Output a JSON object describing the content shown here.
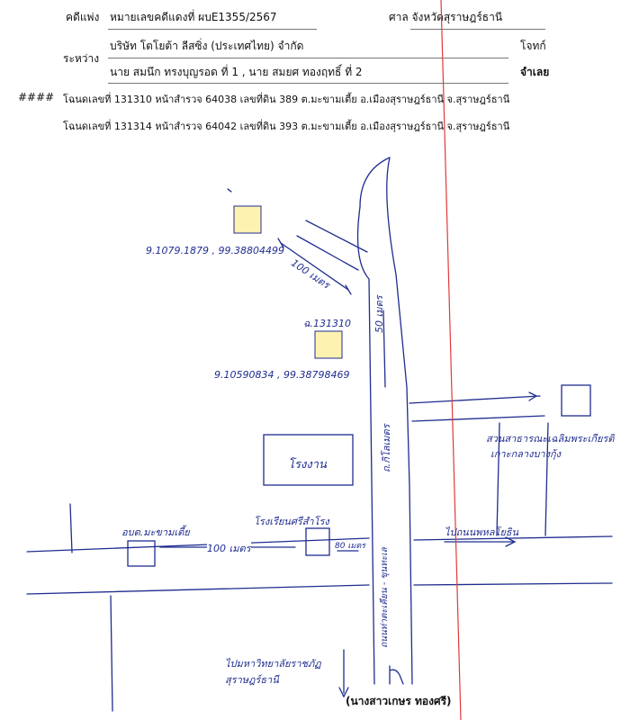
{
  "header": {
    "label_case": "คดีแพ่ง",
    "case_number": "หมายเลขคดีแดงที่ ผบE1355/2567",
    "court": "ศาล  จังหวัดสุราษฎร์ธานี",
    "label_between": "ระหว่าง",
    "plaintiff": "บริษัท  โตโยต้า ลีสซิ่ง (ประเทศไทย) จำกัด",
    "label_plaintiff": "โจทก์",
    "defendants": "นาย สมนึก ทรงบุญรอด ที่ 1 , นาย สมยศ ทองฤทธิ์ ที่ 2",
    "label_defendant": "จำเลย"
  },
  "deeds": {
    "marker": "####",
    "line1": "โฉนดเลขที่  131310 หน้าสำรวจ 64038 เลขที่ดิน 389 ต.มะขามเตี้ย อ.เมืองสุราษฎร์ธานี จ.สุราษฎร์ธานี",
    "line2": "โฉนดเลขที่  131314 หน้าสำรวจ 64042 เลขที่ดิน 393 ต.มะขามเตี้ย อ.เมืองสุราษฎร์ธานี จ.สุราษฎร์ธานี"
  },
  "map": {
    "coord_upper": "9.1079.1879 , 99.38804499",
    "dist_100m_upper": "100 เมตร",
    "dist_50m": "50 เมตร",
    "plot_label": "ฉ.131310",
    "coord_lower": "9.10590834 , 99.38798469",
    "factory": "โรงงาน",
    "road_name_left": "ถ.กิโลเมตร",
    "road_name_main": "ถนนท่าตะเคียน - ขุนทะเล",
    "obt": "อบต.มะขามเตี้ย",
    "dist_100m_lower": "100 เมตร",
    "school": "โรงเรียนศรีสำโรง",
    "dist_80m": "80 เมตร",
    "to_right": "ไปถนนพหลโยธิน",
    "park": "สวนสาธารณะเฉลิมพระเกียรติ",
    "park2": "เกาะกลางบางกุ้ง",
    "to_bottom": "ไปมหาวิทยาลัยราชภัฏสุราษฎร์ธานี"
  },
  "footer": {
    "signer": "(นางสาวเกษร ทองศรี)"
  },
  "colors": {
    "pen": "#1f2d8f",
    "margin_line": "#e03a3a",
    "plot_fill": "#fdf2b0"
  }
}
